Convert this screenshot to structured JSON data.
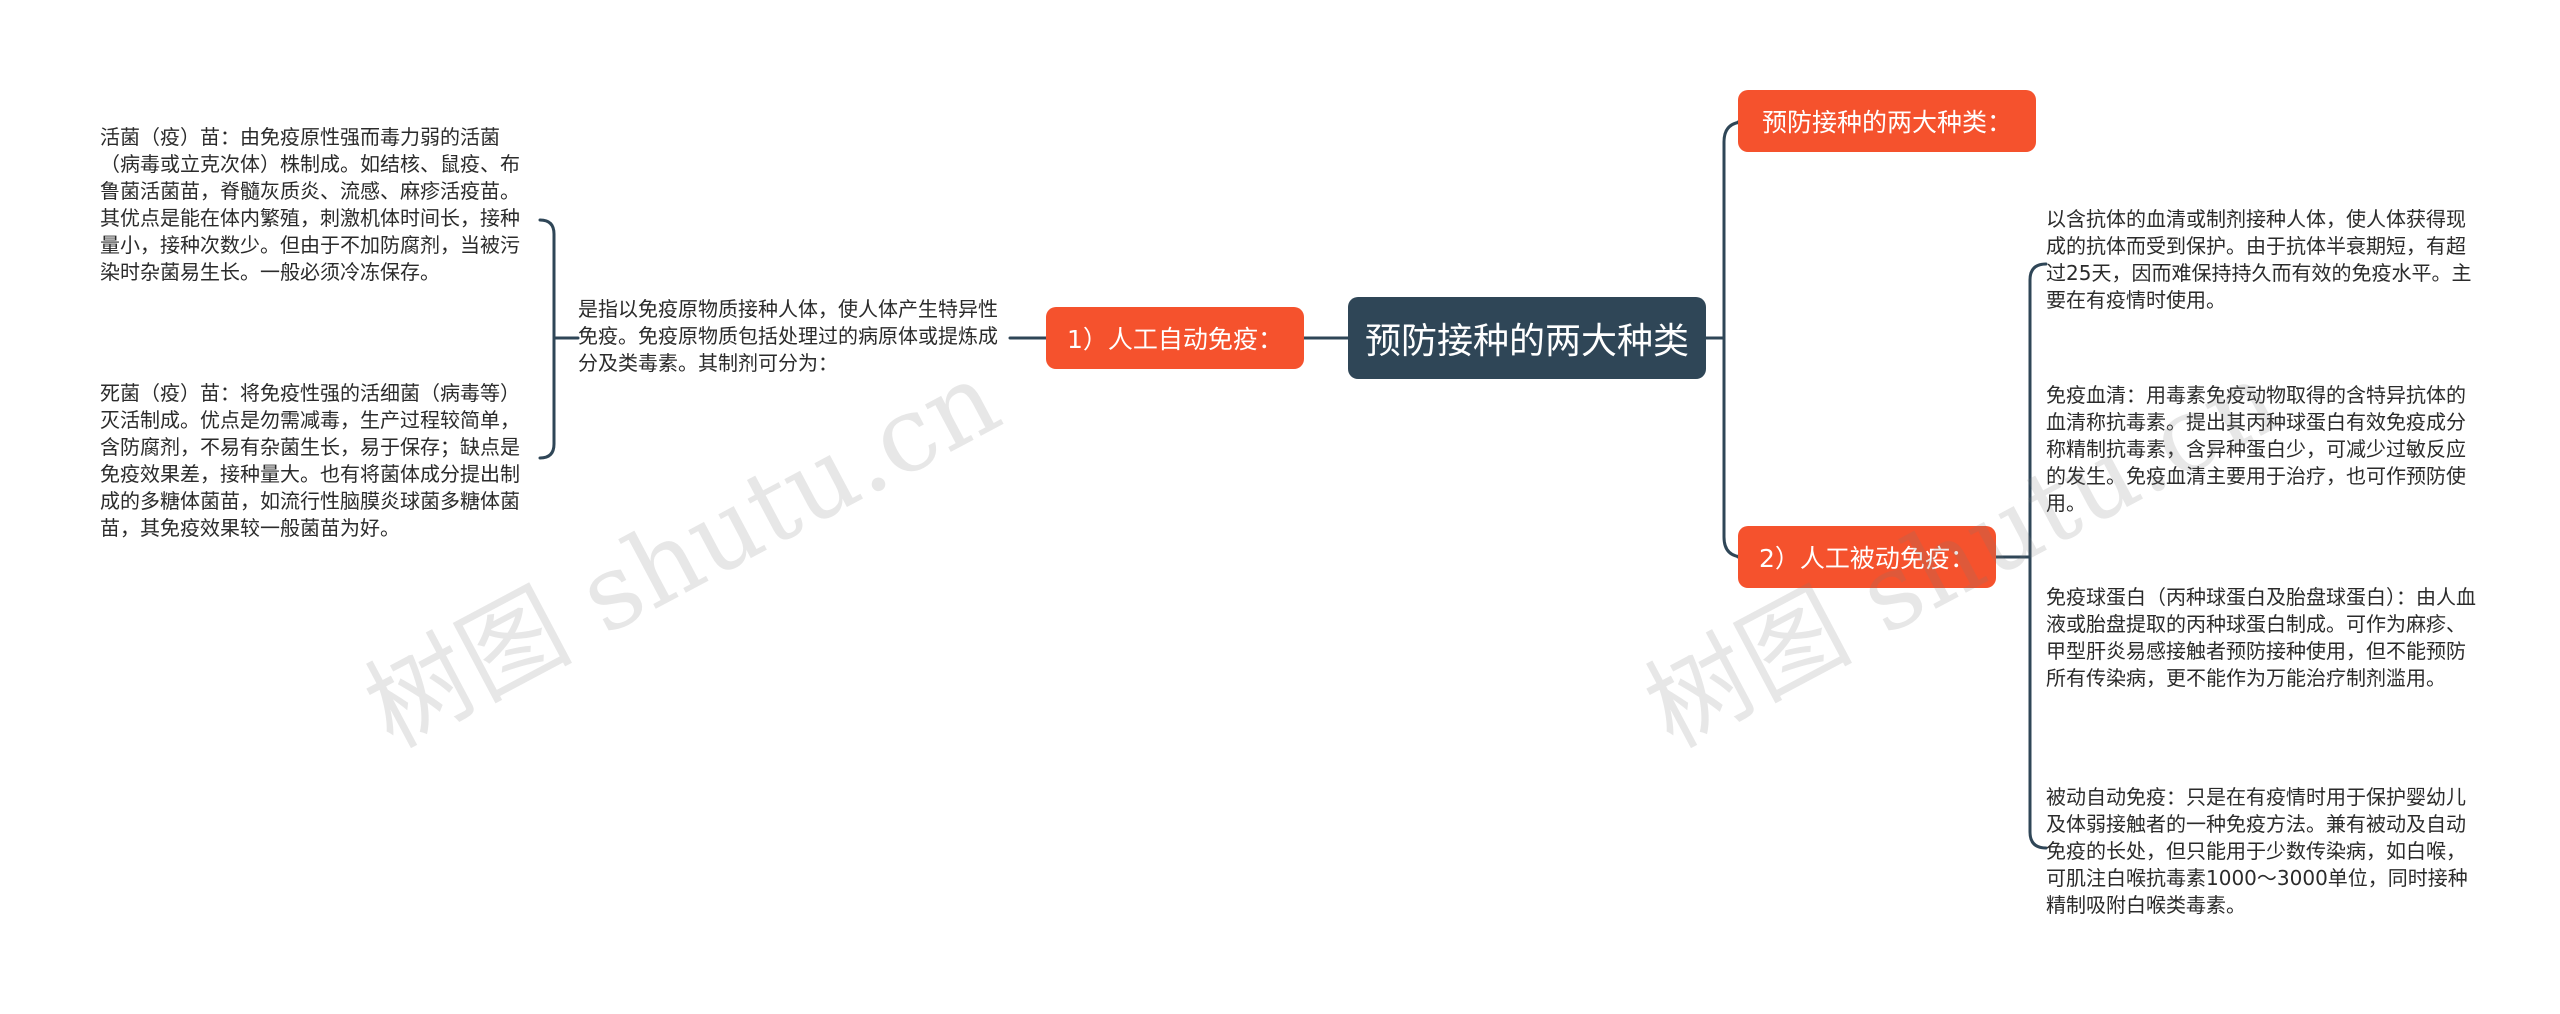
{
  "root": {
    "label": "预防接种的两大种类"
  },
  "branches": {
    "top": {
      "label": "预防接种的两大种类："
    },
    "active": {
      "label": "1）人工自动免疫：",
      "definition": "是指以免疫原物质接种人体，使人体产生特异性免疫。免疫原物质包括处理过的病原体或提炼成分及类毒素。其制剂可分为：",
      "children": [
        "活菌（疫）苗：由免疫原性强而毒力弱的活菌（病毒或立克次体）株制成。如结核、鼠疫、布鲁菌活菌苗，脊髓灰质炎、流感、麻疹活疫苗。其优点是能在体内繁殖，刺激机体时间长，接种量小，接种次数少。但由于不加防腐剂，当被污染时杂菌易生长。一般必须冷冻保存。",
        "死菌（疫）苗：将免疫性强的活细菌（病毒等）灭活制成。优点是勿需减毒，生产过程较简单，含防腐剂，不易有杂菌生长，易于保存；缺点是免疫效果差，接种量大。也有将菌体成分提出制成的多糖体菌苗，如流行性脑膜炎球菌多糖体菌苗，其免疫效果较一般菌苗为好。"
      ]
    },
    "passive": {
      "label": "2）人工被动免疫：",
      "children": [
        "以含抗体的血清或制剂接种人体，使人体获得现成的抗体而受到保护。由于抗体半衰期短，有超过25天，因而难保持持久而有效的免疫水平。主要在有疫情时使用。",
        "免疫血清：用毒素免疫动物取得的含特异抗体的血清称抗毒素。提出其丙种球蛋白有效免疫成分称精制抗毒素，含异种蛋白少，可减少过敏反应的发生。免疫血清主要用于治疗，也可作预防使用。",
        "免疫球蛋白（丙种球蛋白及胎盘球蛋白）：由人血液或胎盘提取的丙种球蛋白制成。可作为麻疹、甲型肝炎易感接触者预防接种使用，但不能预防所有传染病，更不能作为万能治疗制剂滥用。",
        "被动自动免疫：只是在有疫情时用于保护婴幼儿及体弱接触者的一种免疫方法。兼有被动及自动免疫的长处，但只能用于少数传染病，如白喉，可肌注白喉抗毒素1000～3000单位，同时接种精制吸附白喉类毒素。"
      ]
    }
  },
  "watermark": "树图 shutu.cn",
  "colors": {
    "root": "#2f4657",
    "accent": "#f5522d",
    "line": "#2f4657"
  }
}
